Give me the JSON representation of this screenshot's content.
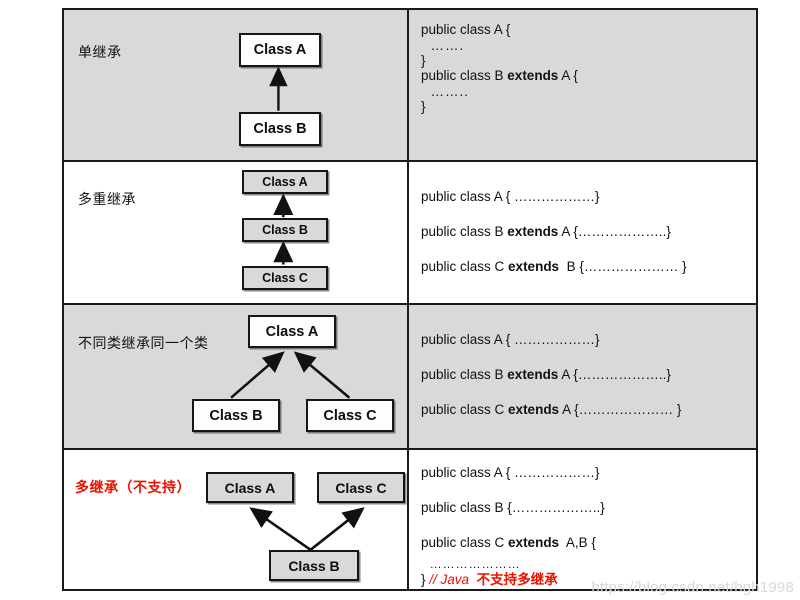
{
  "figure": {
    "title": "Java inheritance types comparison table",
    "watermark": "https://blog.csdn.net/hgh1998",
    "colors": {
      "shaded_row": "#d9d9d9",
      "plain_row": "#ffffff",
      "border": "#1a1a1a",
      "accent_red": "#ee1100",
      "box_gray": "#d9d9d9",
      "box_white": "#fdfdfd",
      "watermark": "#d8d8d8"
    }
  },
  "rows": [
    {
      "label": "单继承",
      "label_color": "default",
      "row_shaded": true,
      "boxes_shaded": false,
      "nodes": [
        {
          "name": "Class A"
        },
        {
          "name": "Class B"
        }
      ],
      "code": {
        "lines": [
          {
            "text": "public class A {",
            "bold_word": ""
          },
          {
            "text": "  …….",
            "dots": true
          },
          {
            "text": "}",
            "bold_word": ""
          },
          {
            "pre": "public class B ",
            "bold_word": "extends",
            "post": " A {"
          },
          {
            "text": "  ……..",
            "dots": true
          },
          {
            "text": "}",
            "bold_word": ""
          }
        ]
      }
    },
    {
      "label": "多重继承",
      "label_color": "default",
      "row_shaded": false,
      "boxes_shaded": true,
      "nodes": [
        {
          "name": "Class A"
        },
        {
          "name": "Class B"
        },
        {
          "name": "Class C"
        }
      ],
      "code": {
        "lines": [
          {
            "pre": "public class A { ………………}",
            "bold_word": "",
            "post": ""
          },
          {
            "pre": "public class B ",
            "bold_word": "extends",
            "post": " A {………………..}"
          },
          {
            "pre": "public class C ",
            "bold_word": "extends",
            "post": "  B {………………… }"
          }
        ]
      }
    },
    {
      "label": "不同类继承同一个类",
      "label_color": "default",
      "row_shaded": true,
      "boxes_shaded": false,
      "nodes": [
        {
          "name": "Class A"
        },
        {
          "name": "Class B"
        },
        {
          "name": "Class C"
        }
      ],
      "code": {
        "lines": [
          {
            "pre": "public class A { ………………}",
            "bold_word": "",
            "post": ""
          },
          {
            "pre": "public class B ",
            "bold_word": "extends",
            "post": " A {………………..}"
          },
          {
            "pre": "public class C ",
            "bold_word": "extends",
            "post": " A {………………… }"
          }
        ]
      }
    },
    {
      "label": "多继承（不支持）",
      "label_color": "red",
      "row_shaded": false,
      "boxes_shaded": true,
      "nodes": [
        {
          "name": "Class A"
        },
        {
          "name": "Class C"
        },
        {
          "name": "Class B"
        }
      ],
      "code": {
        "lines": [
          {
            "pre": "public class A { ………………}",
            "bold_word": "",
            "post": ""
          },
          {
            "pre": "public class B {………………..}",
            "bold_word": "",
            "post": ""
          },
          {
            "pre": "public class C ",
            "bold_word": "extends",
            "post": "  A,B {"
          }
        ],
        "dots_line": "  …………………",
        "closing_brace": "}",
        "comment_slashes": "// Java",
        "comment_text": "不支持多继承"
      }
    }
  ]
}
